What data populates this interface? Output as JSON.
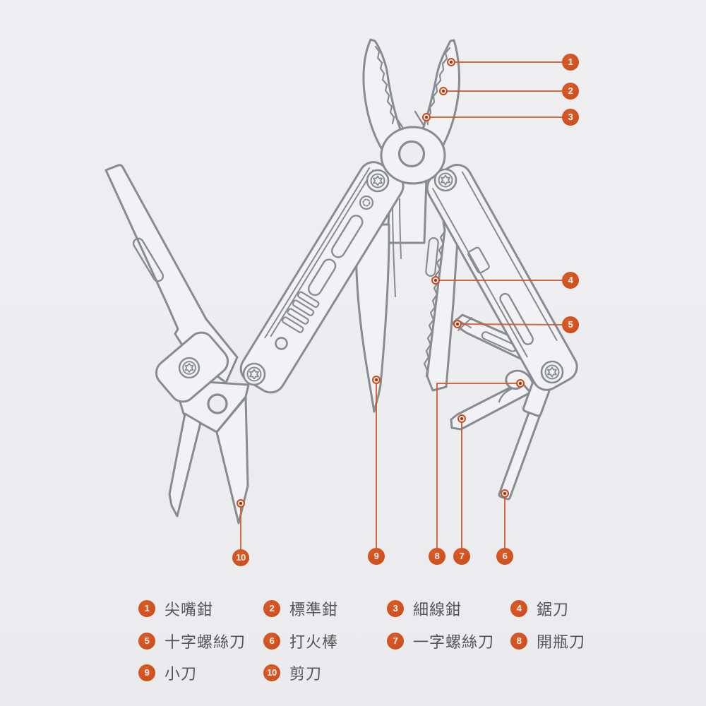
{
  "diagram": {
    "subject": "multi-tool-parts-diagram",
    "background": "#ededef",
    "accent_color": "#ce4f1d",
    "line_color": "#878b92",
    "text_color": "#53555a"
  },
  "callouts": [
    {
      "num": "1",
      "label": "尖嘴鉗"
    },
    {
      "num": "2",
      "label": "標準鉗"
    },
    {
      "num": "3",
      "label": "細線鉗"
    },
    {
      "num": "4",
      "label": "鋸刀"
    },
    {
      "num": "5",
      "label": "十字螺絲刀"
    },
    {
      "num": "6",
      "label": "打火棒"
    },
    {
      "num": "7",
      "label": "一字螺絲刀"
    },
    {
      "num": "8",
      "label": "開瓶刀"
    },
    {
      "num": "9",
      "label": "小刀"
    },
    {
      "num": "10",
      "label": "剪刀"
    }
  ]
}
